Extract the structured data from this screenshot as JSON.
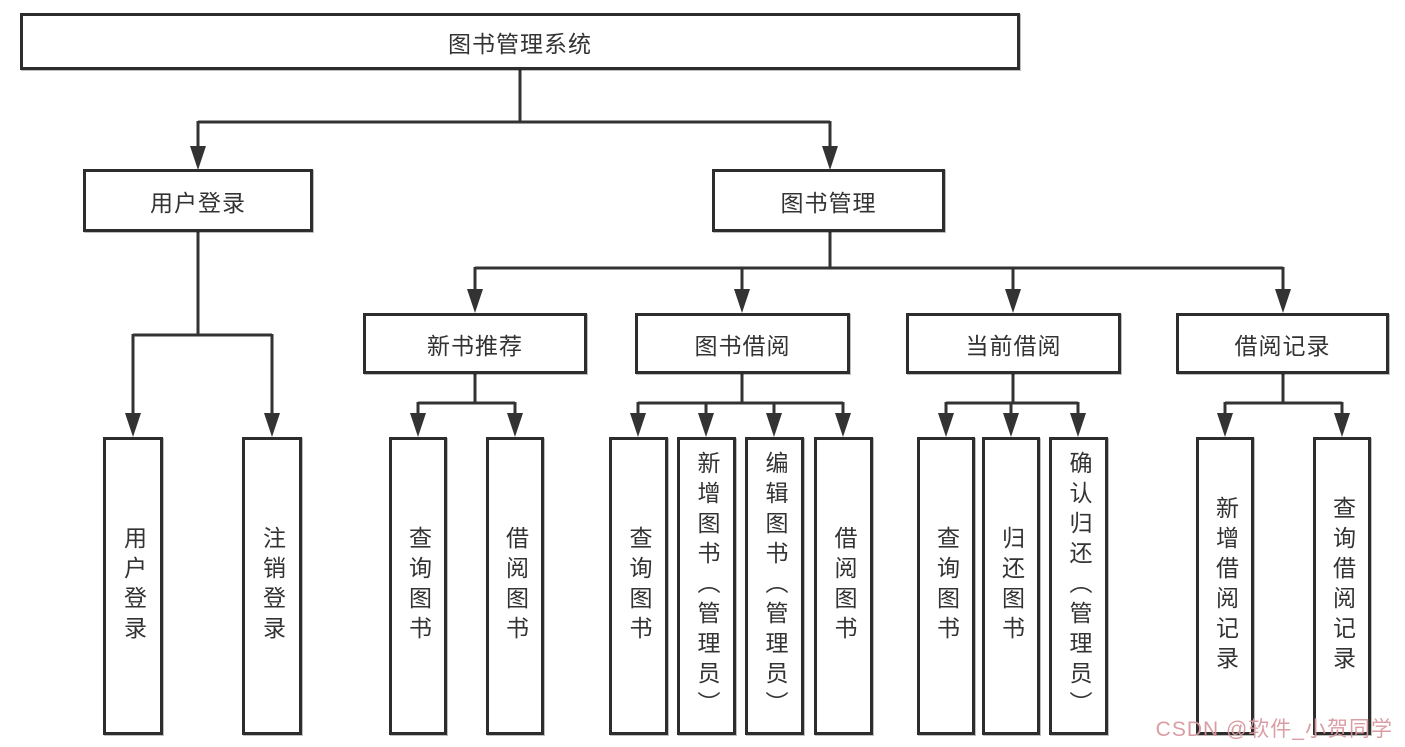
{
  "diagram": {
    "title": "图书管理系统",
    "tree": {
      "root": {
        "label": "图书管理系统"
      },
      "branches": [
        {
          "label": "用户登录",
          "children": [
            {
              "label": "用户登录"
            },
            {
              "label": "注销登录"
            }
          ]
        },
        {
          "label": "图书管理",
          "groups": [
            {
              "label": "新书推荐",
              "children": [
                {
                  "label": "查询图书"
                },
                {
                  "label": "借阅图书"
                }
              ]
            },
            {
              "label": "图书借阅",
              "children": [
                {
                  "label": "查询图书"
                },
                {
                  "label": "新增图书（管理员）"
                },
                {
                  "label": "编辑图书（管理员）"
                },
                {
                  "label": "借阅图书"
                }
              ]
            },
            {
              "label": "当前借阅",
              "children": [
                {
                  "label": "查询图书"
                },
                {
                  "label": "归还图书"
                },
                {
                  "label": "确认归还（管理员）"
                }
              ]
            },
            {
              "label": "借阅记录",
              "children": [
                {
                  "label": "新增借阅记录"
                },
                {
                  "label": "查询借阅记录"
                }
              ]
            }
          ]
        }
      ]
    },
    "colors": {
      "border": "#2d2d2d",
      "line": "#333333",
      "text": "#333333",
      "background": "#ffffff",
      "watermark": "#d9989f"
    }
  },
  "watermark": {
    "text": "CSDN @软件_小贺同学"
  }
}
